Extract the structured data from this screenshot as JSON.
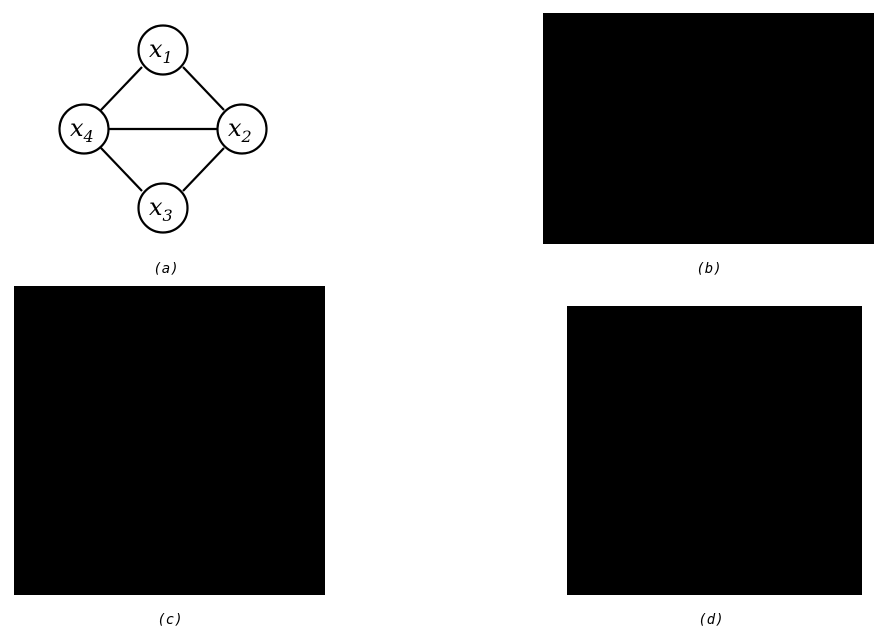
{
  "panels": {
    "a": {
      "caption": "(a)",
      "nodes": [
        {
          "id": "x1",
          "base": "x",
          "sub": "1"
        },
        {
          "id": "x2",
          "base": "x",
          "sub": "2"
        },
        {
          "id": "x3",
          "base": "x",
          "sub": "3"
        },
        {
          "id": "x4",
          "base": "x",
          "sub": "4"
        }
      ],
      "edges": [
        [
          "x1",
          "x4"
        ],
        [
          "x1",
          "x2"
        ],
        [
          "x4",
          "x2"
        ],
        [
          "x4",
          "x3"
        ],
        [
          "x2",
          "x3"
        ]
      ]
    },
    "b": {
      "caption": "(b)",
      "fill": "#000000"
    },
    "c": {
      "caption": "(c)",
      "fill": "#000000"
    },
    "d": {
      "caption": "(d)",
      "fill": "#000000"
    }
  }
}
